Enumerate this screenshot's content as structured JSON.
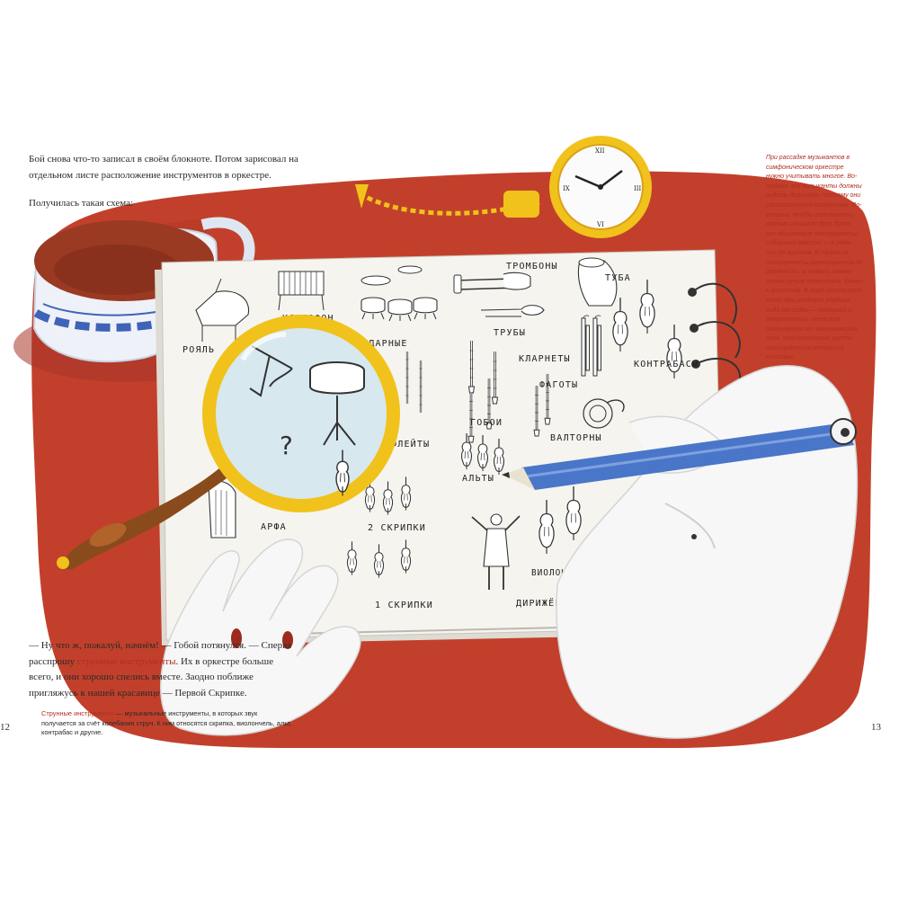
{
  "intro": {
    "paragraph_1": "Бой снова что-то записал в своём блокноте. Потом зарисовал на отдельном листе расположение инструментов в оркестре.",
    "paragraph_2": "Получилась такая схема:"
  },
  "story": {
    "before_term": "— Ну что ж, пожалуй, начнём! — Гобой потянулся. — Сперва расспрошу ",
    "term": "струнные инструменты",
    "after_term": ". Их в оркестре больше всего, и они хорошо спелись вместе. Заодно поближе пригляжусь к нашей красавице — Первой Скрипке."
  },
  "footnote": {
    "term": "Струнные инструменты",
    "text": " — музыкальные инструменты, в которых звук получается за счёт колебания струн. К ним относятся скрипка, виолончель, альт, контрабас и другие."
  },
  "sidenote": {
    "text": "При рассадке музыкантов в симфоническом оркестре нужно учитывать многое. Во-первых, все музыканты должны видеть дирижёра, поэтому они располагаются полукругом. Во-вторых, чтобы исполнители хорошо слышали друг друга, все одинаковые инструменты собирают вместе — в ряды или по группам. В-третьих, инструменты размещаются по громкости, а значит, самые тихие лучше поместить ближе к зрителям. В мире используют всего два наиболее удобных вида рассадки — немецкий и американский. Немецкая отличается от американской тем, что некоторые группы инструментов меняются местами."
  },
  "page_numbers": {
    "left": "12",
    "right": "13"
  },
  "scheme_labels": {
    "piano": "РОЯЛЬ",
    "xylophone": "КСИЛОФОН",
    "percussion": "УДАРНЫЕ",
    "trombones": "ТРОМБОНЫ",
    "tuba": "ТУБА",
    "trumpets": "ТРУБЫ",
    "clarinets": "КЛАРНЕТЫ",
    "double_basses": "КОНТРАБАСЫ",
    "bassoons": "ФАГОТЫ",
    "oboes": "ГОБОИ",
    "horns": "ВАЛТОРНЫ",
    "flutes": "ФЛЕЙТЫ",
    "violas": "АЛЬТЫ",
    "harp": "АРФА",
    "second_violins": "2 СКРИПКИ",
    "first_violins": "1 СКРИПКИ",
    "cellos": "ВИОЛОНЧЕЛИ",
    "conductor": "ДИРИЖЁР",
    "question_mark": "?"
  },
  "colors": {
    "tablecloth": "#c2402b",
    "paper": "#f6f4ef",
    "accent_text": "#b22e22",
    "gold": "#f1c21b",
    "pencil": "#4a76c9",
    "tea": "#9b3a22",
    "cup_pattern": "#3f63b8"
  }
}
